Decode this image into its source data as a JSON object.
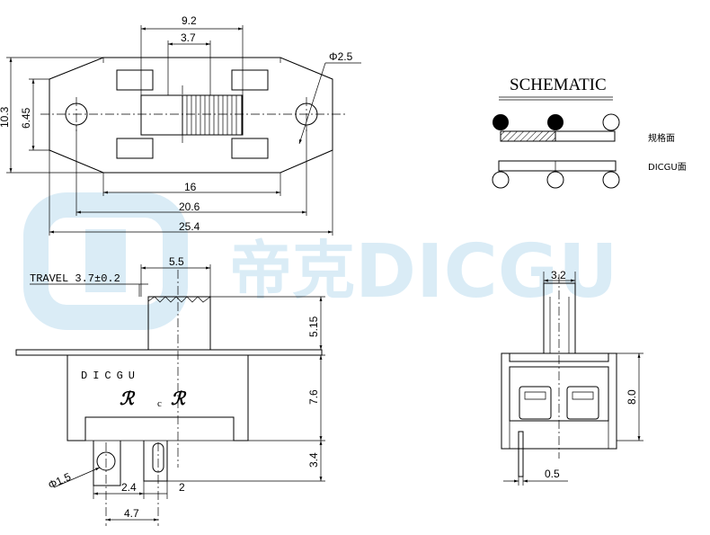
{
  "watermark": {
    "brand_cn": "帝克",
    "brand_en": "DICGU"
  },
  "top_view": {
    "dim_9_2": "9.2",
    "dim_3_7": "3.7",
    "dim_2_5": "Φ2.5",
    "dim_10_3": "10.3",
    "dim_6_45": "6.45",
    "dim_16": "16",
    "dim_20_6": "20.6",
    "dim_25_4": "25.4"
  },
  "schematic": {
    "title": "SCHEMATIC",
    "label_spec_face": "规格面",
    "label_dicgu_face": "DICGU面"
  },
  "side_view": {
    "travel": "TRAVEL 3.7±0.2",
    "dim_5_5": "5.5",
    "dim_5_15": "5.15",
    "dim_7_6": "7.6",
    "dim_3_4": "3.4",
    "body_text": "DICGU",
    "cert_text": "c",
    "dim_phi_1_5": "Φ1.5",
    "dim_2_4": "2.4",
    "dim_2": "2",
    "dim_4_7": "4.7"
  },
  "end_view": {
    "dim_3_2": "3.2",
    "dim_8_0": "8.0",
    "dim_0_5": "0.5"
  }
}
